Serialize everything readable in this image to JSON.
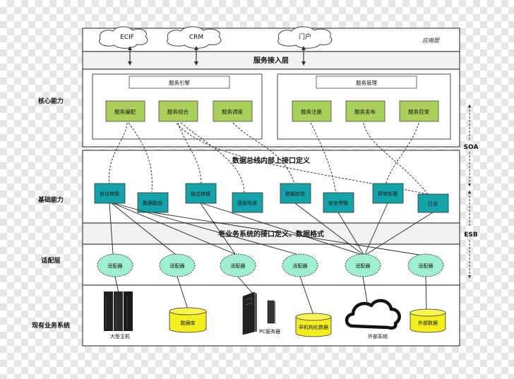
{
  "title": "",
  "apps": [
    "ECIF",
    "CRM",
    "门户"
  ],
  "layer_label_app": "应用层",
  "access_layer": "服务接入层",
  "row_labels": {
    "core": "核心能力",
    "base": "基础能力",
    "adapter": "适配层",
    "legacy": "现有业务系统"
  },
  "side_labels": {
    "soa": "SOA",
    "esb": "ESB"
  },
  "engine": {
    "title": "服务引擎",
    "items": [
      "服务编配",
      "服务组合",
      "服务调度"
    ]
  },
  "management": {
    "title": "服务管理",
    "items": [
      "服务注册",
      "服务发布",
      "服务目录"
    ]
  },
  "bus_title": "数据总线内部上接口定义",
  "base_items": [
    "协议转换",
    "数据路由",
    "格式转换",
    "消息传递",
    "数据校验",
    "安全传输",
    "异常处理",
    "日志"
  ],
  "legacy_title": "老业务系统的接口定义、数据格式",
  "adapters": [
    "适配器",
    "适配器",
    "适配器",
    "适配器",
    "适配器",
    "适配器"
  ],
  "systems": {
    "mainframe": "大型主机",
    "database": "数据库",
    "pc_server": "PC服务器",
    "unstructured": "非机构化数据",
    "external": "外部系统",
    "external_data": "外部数据"
  },
  "colors": {
    "green_box": "#a9d05a",
    "teal_box": "#14a3a8",
    "adapter": "#9ff0d0",
    "database": "#f3ee1e",
    "frame": "#444444"
  }
}
